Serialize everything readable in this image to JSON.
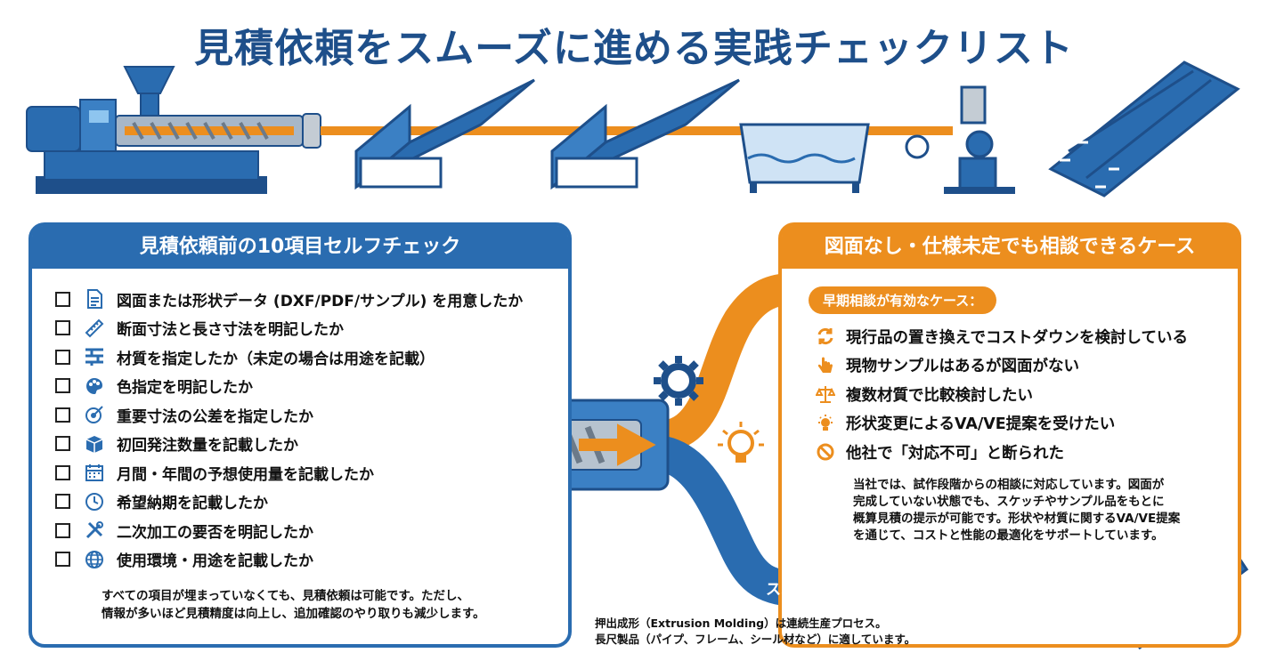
{
  "title": "見積依頼をスムーズに進める実践チェックリスト",
  "left_panel": {
    "title": "見積依頼前の10項目セルフチェック",
    "items": [
      {
        "icon": "document-icon",
        "text": "図面または形状データ (DXF/PDF/サンプル) を用意したか"
      },
      {
        "icon": "ruler-icon",
        "text": "断面寸法と長さ寸法を明記したか"
      },
      {
        "icon": "bricks-icon",
        "text": "材質を指定したか（未定の場合は用途を記載）"
      },
      {
        "icon": "palette-icon",
        "text": "色指定を明記したか"
      },
      {
        "icon": "target-icon",
        "text": "重要寸法の公差を指定したか"
      },
      {
        "icon": "box-icon",
        "text": "初回発注数量を記載したか"
      },
      {
        "icon": "calendar-icon",
        "text": "月間・年間の予想使用量を記載したか"
      },
      {
        "icon": "clock-icon",
        "text": "希望納期を記載したか"
      },
      {
        "icon": "tools-icon",
        "text": "二次加工の要否を明記したか"
      },
      {
        "icon": "globe-icon",
        "text": "使用環境・用途を記載したか"
      }
    ],
    "footer_line1": "すべての項目が埋まっていなくても、見積依頼は可能です。ただし、",
    "footer_line2": "情報が多いほど見積精度は向上し、追加確認のやり取りも減少します。"
  },
  "right_panel": {
    "title": "図面なし・仕様未定でも相談できるケース",
    "badge": "早期相談が有効なケース：",
    "cases": [
      {
        "icon": "refresh-icon",
        "text": "現行品の置き換えでコストダウンを検討している"
      },
      {
        "icon": "hand-pointer-icon",
        "text": "現物サンプルはあるが図面がない"
      },
      {
        "icon": "scales-icon",
        "text": "複数材質で比較検討したい"
      },
      {
        "icon": "lightbulb-icon",
        "text": "形状変更によるVA/VE提案を受けたい"
      },
      {
        "icon": "prohibited-icon",
        "text": "他社で「対応不可」と断られた"
      }
    ],
    "body_lines": [
      "当社では、試作段階からの相談に対応しています。図面が",
      "完成していない状態でも、スケッチやサンプル品をもとに",
      "概算見積の提示が可能です。形状や材質に関するVA/VE提案",
      "を通じて、コストと性能の最適化をサポートしています。"
    ]
  },
  "bottom_band": "スムーズな見積依頼・回答精度の向上",
  "bottom_note_line1": "押出成形（Extrusion Molding）は連続生産プロセス。",
  "bottom_note_line2": "長尺製品（パイプ、フレーム、シール材など）に適しています。",
  "price_tag_symbol": "$",
  "colors": {
    "blue": "#2a6cb0",
    "dark_blue": "#1e4f8a",
    "orange": "#ec8e1e"
  }
}
